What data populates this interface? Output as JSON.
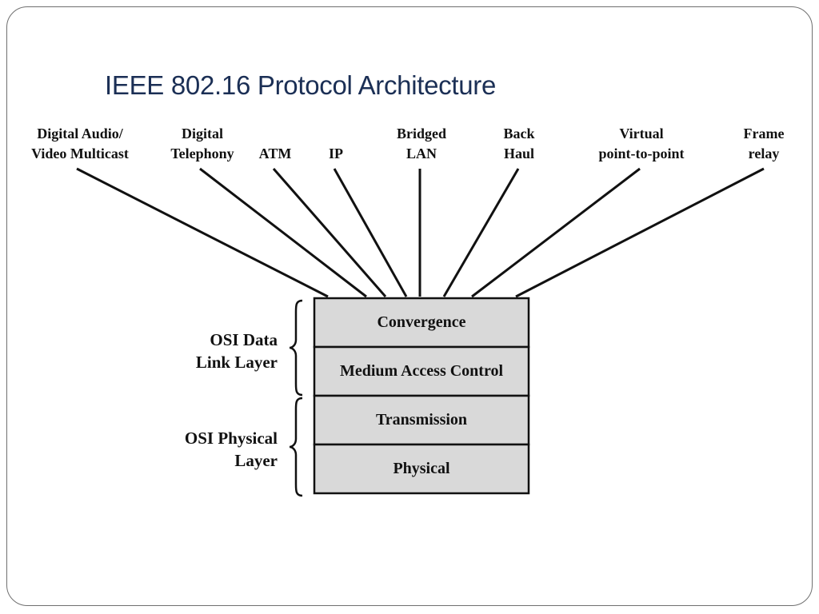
{
  "title": "IEEE 802.16 Protocol Architecture",
  "services": [
    {
      "line1": "Digital Audio/",
      "line2": "Video Multicast"
    },
    {
      "line1": "Digital",
      "line2": "Telephony"
    },
    {
      "line1": "ATM",
      "line2": ""
    },
    {
      "line1": "IP",
      "line2": ""
    },
    {
      "line1": "Bridged",
      "line2": "LAN"
    },
    {
      "line1": "Back",
      "line2": "Haul"
    },
    {
      "line1": "Virtual",
      "line2": "point-to-point"
    },
    {
      "line1": "Frame",
      "line2": "relay"
    }
  ],
  "layers": [
    "Convergence",
    "Medium Access Control",
    "Transmission",
    "Physical"
  ],
  "osi_groups": [
    {
      "line1": "OSI Data",
      "line2": "Link Layer"
    },
    {
      "line1": "OSI Physical",
      "line2": "Layer"
    }
  ],
  "colors": {
    "layer_fill": "#d9d9d9",
    "title": "#1b2f55",
    "stroke": "#111111"
  }
}
